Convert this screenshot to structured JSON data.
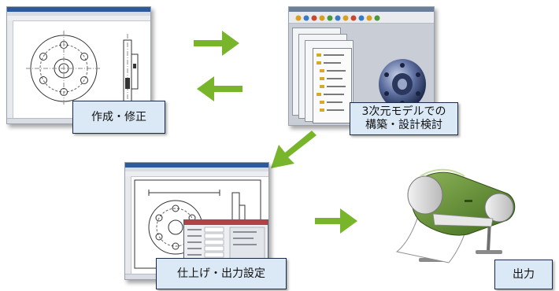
{
  "steps": {
    "create": "作成・修正",
    "model_line1": "3次元モデルでの",
    "model_line2": "構築・設計検討",
    "finish": "仕上げ・出力設定",
    "output": "出力"
  },
  "icons": {
    "arrow": "arrow-icon",
    "plotter": "plotter-icon"
  },
  "colors": {
    "arrow": "#78b52a",
    "label_fill": "#dbe9f7",
    "label_border": "#1b2a48",
    "plotter_green": "#5c8a2c"
  }
}
